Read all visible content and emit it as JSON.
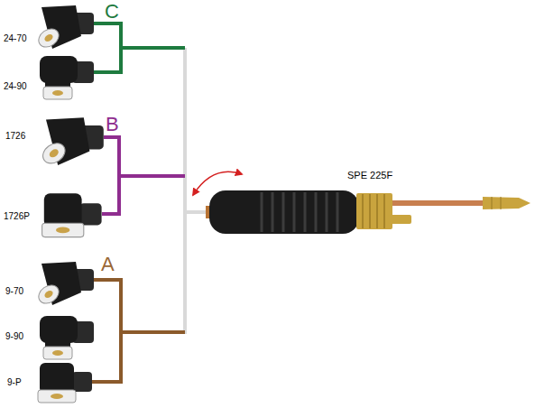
{
  "diagram": {
    "labels": [
      "C",
      "24-70",
      "24-90",
      "1726",
      "B",
      "1726P",
      "A",
      "9-70",
      "9-90",
      "9-P",
      "SPE 225F"
    ]
  }
}
